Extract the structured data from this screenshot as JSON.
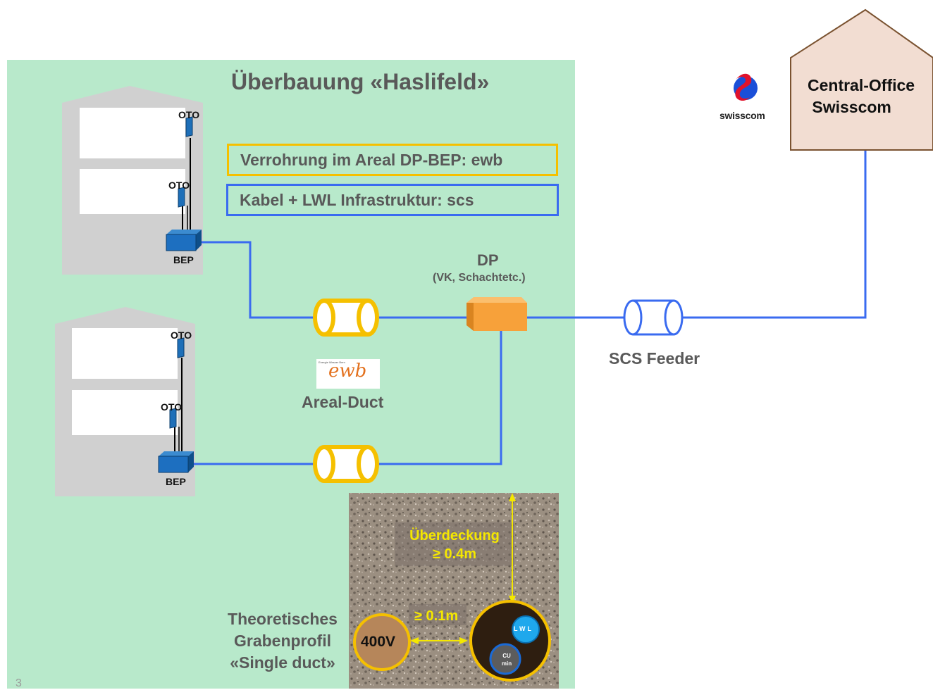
{
  "title": "Überbauung «Haslifeld»",
  "legend": {
    "conduit": "Verrohrung im Areal DP-BEP: ewb",
    "cable": "Kabel + LWL Infrastruktur: scs"
  },
  "buildings": [
    {
      "oto_top": "OTO",
      "oto_mid": "OTO",
      "bep": "BEP"
    },
    {
      "oto_top": "OTO",
      "oto_mid": "OTO",
      "bep": "BEP"
    }
  ],
  "dp": {
    "label": "DP",
    "sublabel": "(VK, Schachtetc.)"
  },
  "areal_duct": "Areal-Duct",
  "scs_feeder": "SCS Feeder",
  "central_office": "Central-Office\n Swisscom",
  "swisscom_logo": "swisscom",
  "ewb_logo": {
    "text": "ewb",
    "tagline": "Energie Wasser Bern"
  },
  "trench": {
    "caption": "Theoretisches\nGrabenprofil\n«Single duct»",
    "cover_label": "Überdeckung\n≥ 0.4m",
    "distance_label": "≥ 0.1m",
    "power_label": "400V",
    "fiber_label": "LWL",
    "copper_label": "CU\nmin"
  },
  "page_number": "3",
  "colors": {
    "area": "#b8e9cb",
    "building": "#d0d0d0",
    "blue_line": "#3a6bf0",
    "yellow_border": "#f5c000",
    "dp_box": "#f7a13a",
    "central_office": "#f2ddd2"
  }
}
